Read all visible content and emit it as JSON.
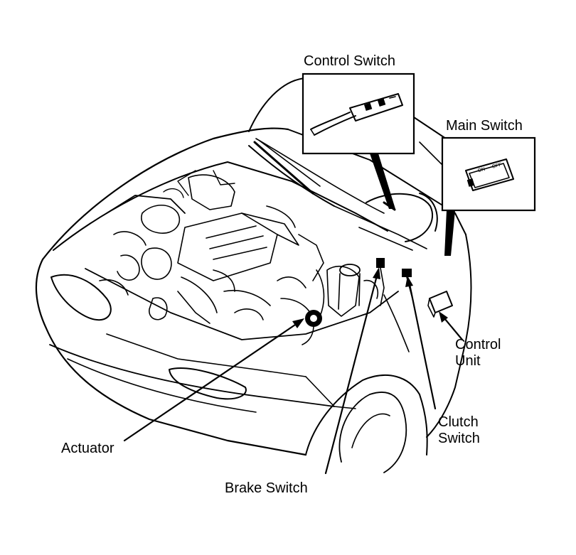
{
  "labels": {
    "control_switch": "Control Switch",
    "main_switch": "Main Switch",
    "control_unit_line1": "Control",
    "control_unit_line2": "Unit",
    "clutch_switch_line1": "Clutch",
    "clutch_switch_line2": "Switch",
    "actuator": "Actuator",
    "brake_switch": "Brake Switch"
  },
  "inset_switch_text": {
    "on": "ON",
    "off": "OFF"
  },
  "colors": {
    "ink": "#000000",
    "paper": "#ffffff"
  }
}
